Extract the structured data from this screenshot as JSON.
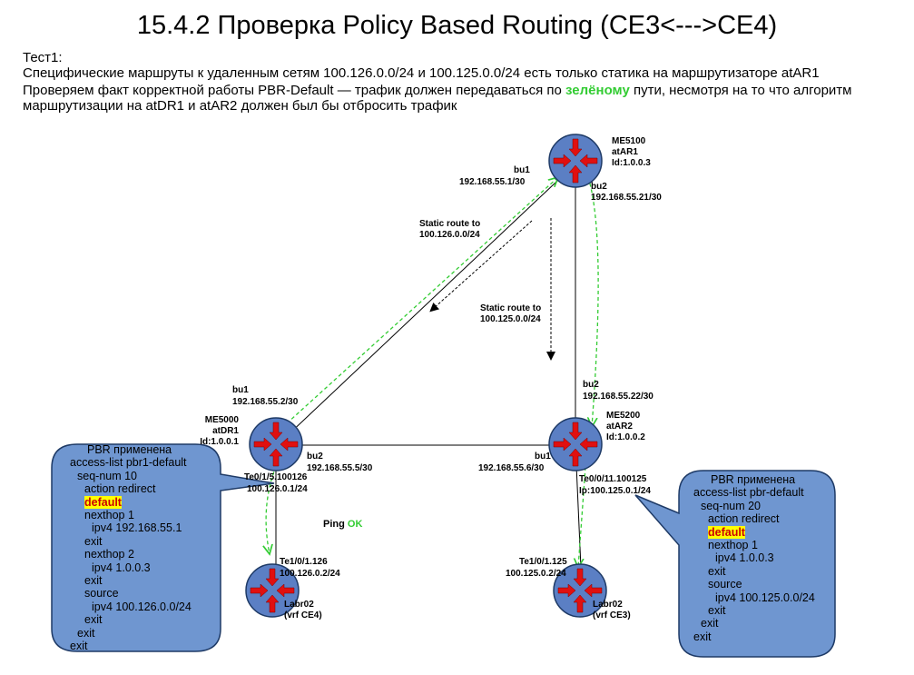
{
  "title": "15.4.2  Проверка Policy Based Routing (CE3<--->CE4)",
  "intro": {
    "line1": "Тест1:",
    "line2": "Специфические маршруты к удаленным сетям 100.126.0.0/24 и 100.125.0.0/24  есть только статика на маршрутизаторе atAR1",
    "line3_a": "Проверяем факт корректной работы PBR-Default — трафик должен передаваться по ",
    "line3_green": "зелёному",
    "line3_b": " пути, несмотря на то что алгоритм",
    "line4": "маршрутизации на atDR1 и atAR2 должен был бы отбросить трафик"
  },
  "nodes": {
    "ar1": {
      "model": "ME5100",
      "name": "atAR1",
      "id": "Id:1.0.0.3"
    },
    "dr1": {
      "model": "ME5000",
      "name": "atDR1",
      "id": "Id:1.0.0.1"
    },
    "ar2": {
      "model": "ME5200",
      "name": "atAR2",
      "id": "Id:1.0.0.2"
    },
    "ce4": {
      "name": "Labr02",
      "vrf": "(vrf CE4)"
    },
    "ce3": {
      "name": "Labr02",
      "vrf": "(vrf CE3)"
    }
  },
  "interfaces": {
    "ar1_bu1": {
      "name": "bu1",
      "ip": "192.168.55.1/30"
    },
    "ar1_bu2": {
      "name": "bu2",
      "ip": "192.168.55.21/30"
    },
    "dr1_bu1": {
      "name": "bu1",
      "ip": "192.168.55.2/30"
    },
    "dr1_bu2": {
      "name": "bu2",
      "ip": "192.168.55.5/30"
    },
    "ar2_bu1": {
      "name": "bu1",
      "ip": "192.168.55.6/30"
    },
    "ar2_bu2": {
      "name": "bu2",
      "ip": "192.168.55.22/30"
    },
    "dr1_te": {
      "name": "Te0/1/5.100126",
      "ip": "100.126.0.1/24"
    },
    "ar2_te": {
      "name": "Te0/0/11.100125",
      "ip": "Ip:100.125.0.1/24"
    },
    "ce4_te": {
      "name": "Te1/0/1.126",
      "ip": "100.126.0.2/24"
    },
    "ce3_te": {
      "name": "Te1/0/1.125",
      "ip": "100.125.0.2/24"
    }
  },
  "static_routes": {
    "r1": {
      "line1": "Static route to",
      "line2": "100.126.0.0/24"
    },
    "r2": {
      "line1": "Static route to",
      "line2": "100.125.0.0/24"
    }
  },
  "ping": {
    "label": "Ping",
    "status": "OK"
  },
  "callout_left": {
    "lines": [
      {
        "text": "PBR применена",
        "indent": 4
      },
      {
        "text": "access-list pbr1-default",
        "indent": 0
      },
      {
        "text": "seq-num 10",
        "indent": 1
      },
      {
        "text": "action redirect",
        "indent": 2
      },
      {
        "text": "default",
        "indent": 2,
        "highlight": true
      },
      {
        "text": "nexthop 1",
        "indent": 2
      },
      {
        "text": "ipv4 192.168.55.1",
        "indent": 3
      },
      {
        "text": "exit",
        "indent": 2
      },
      {
        "text": "nexthop 2",
        "indent": 2
      },
      {
        "text": "ipv4 1.0.0.3",
        "indent": 3
      },
      {
        "text": "exit",
        "indent": 2
      },
      {
        "text": "source",
        "indent": 2
      },
      {
        "text": "ipv4 100.126.0.0/24",
        "indent": 3
      },
      {
        "text": "exit",
        "indent": 2
      },
      {
        "text": "exit",
        "indent": 1
      },
      {
        "text": "exit",
        "indent": 0
      }
    ]
  },
  "callout_right": {
    "lines": [
      {
        "text": "PBR применена",
        "indent": 4
      },
      {
        "text": "access-list pbr-default",
        "indent": 0
      },
      {
        "text": "seq-num 20",
        "indent": 1
      },
      {
        "text": "action redirect",
        "indent": 2
      },
      {
        "text": "default",
        "indent": 2,
        "highlight": true
      },
      {
        "text": "nexthop 1",
        "indent": 2
      },
      {
        "text": "ipv4 1.0.0.3",
        "indent": 3
      },
      {
        "text": "exit",
        "indent": 2
      },
      {
        "text": "source",
        "indent": 2
      },
      {
        "text": "ipv4 100.125.0.0/24",
        "indent": 3
      },
      {
        "text": "exit",
        "indent": 2
      },
      {
        "text": "exit",
        "indent": 1
      },
      {
        "text": "exit",
        "indent": 0
      }
    ]
  },
  "colors": {
    "router_fill": "#5b7fc4",
    "arrow_red": "#e01010",
    "green_path": "#33cc33",
    "callout_fill": "#6f96d0",
    "highlight": "#ffff00"
  },
  "icons": {
    "router": "router-icon"
  }
}
